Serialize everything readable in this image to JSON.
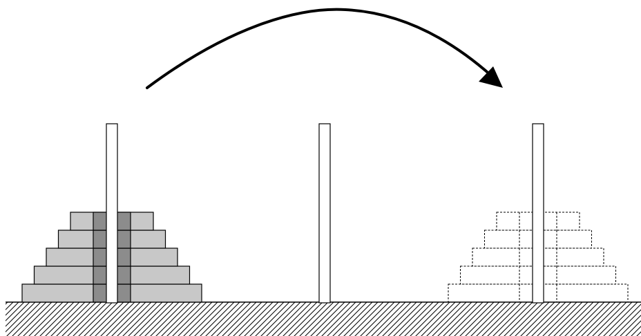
{
  "diagram": {
    "peg_count": 3,
    "disk_count": 5,
    "source_peg": 1,
    "target_peg": 3,
    "colors": {
      "disk_fill": "#c8c8c8",
      "disk_shadow_fill": "#8c8c8c",
      "stroke": "#000000",
      "ground_hatch": "#000000",
      "background": "#ffffff"
    },
    "target_style": "dashed-outline",
    "arrow": "curved-arrow"
  }
}
